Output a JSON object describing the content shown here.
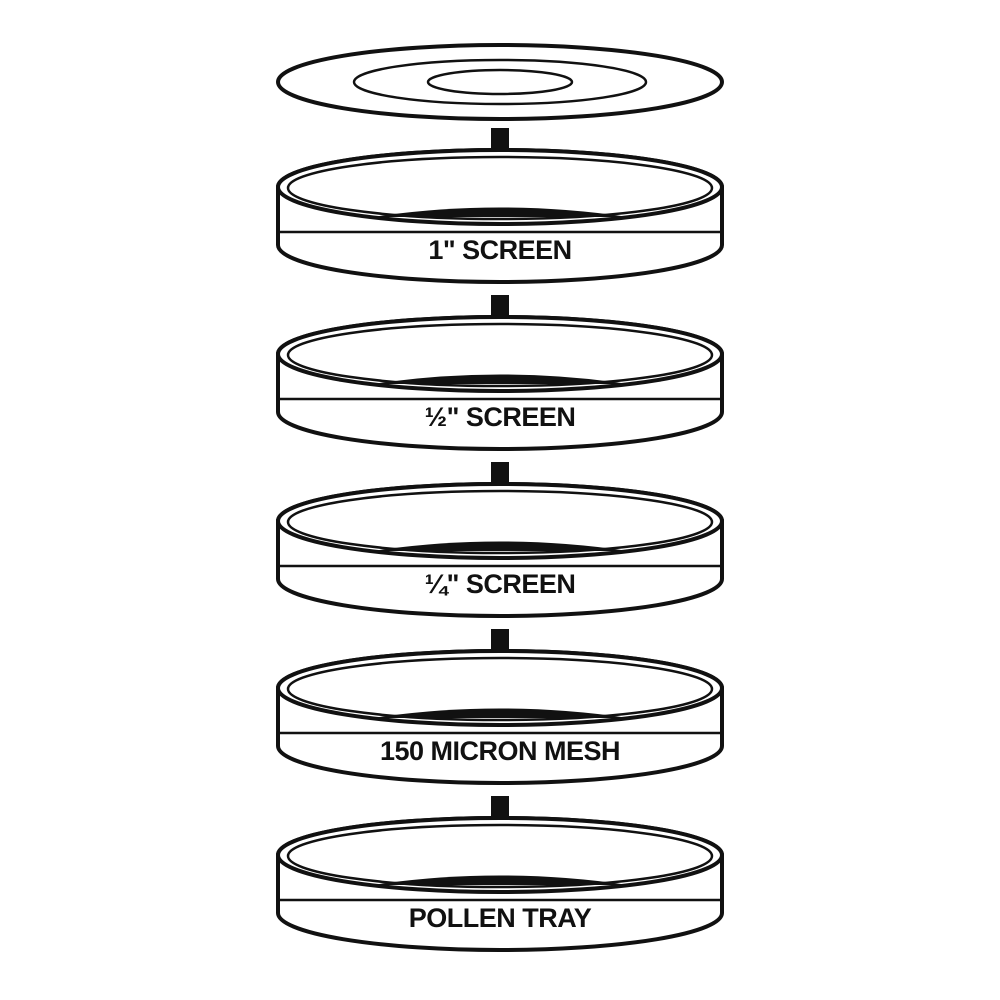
{
  "diagram": {
    "tiers": [
      {
        "label": "1\" SCREEN"
      },
      {
        "label": "½\" SCREEN"
      },
      {
        "label": "¼\" SCREEN"
      },
      {
        "label": "150 MICRON MESH"
      },
      {
        "label": "POLLEN TRAY"
      }
    ],
    "colors": {
      "stroke": "#111111",
      "fill": "#ffffff",
      "background": "#ffffff"
    }
  }
}
